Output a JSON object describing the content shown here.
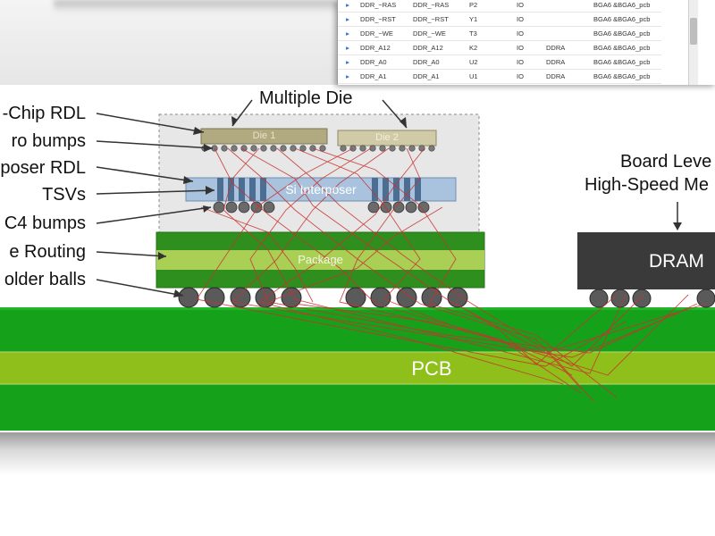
{
  "pin_table": {
    "rows": [
      {
        "name": "DDR_~RAS",
        "net": "DDR_~RAS",
        "pin": "P2",
        "type": "IO",
        "group": "",
        "comp": "BGA6 &BGA6_pcb"
      },
      {
        "name": "DDR_~RST",
        "net": "DDR_~RST",
        "pin": "Y1",
        "type": "IO",
        "group": "",
        "comp": "BGA6 &BGA6_pcb"
      },
      {
        "name": "DDR_~WE",
        "net": "DDR_~WE",
        "pin": "T3",
        "type": "IO",
        "group": "",
        "comp": "BGA6 &BGA6_pcb"
      },
      {
        "name": "DDR_A12",
        "net": "DDR_A12",
        "pin": "K2",
        "type": "IO",
        "group": "DDRA",
        "comp": "BGA6 &BGA6_pcb"
      },
      {
        "name": "DDR_A0",
        "net": "DDR_A0",
        "pin": "U2",
        "type": "IO",
        "group": "DDRA",
        "comp": "BGA6 &BGA6_pcb"
      },
      {
        "name": "DDR_A1",
        "net": "DDR_A1",
        "pin": "U1",
        "type": "IO",
        "group": "DDRA",
        "comp": "BGA6 &BGA6_pcb"
      }
    ]
  },
  "diagram": {
    "labels": {
      "onchip_rdl": "-Chip RDL",
      "micro_bumps": "ro bumps",
      "interposer_rdl": "poser RDL",
      "tsvs": "TSVs",
      "c4_bumps": "C4 bumps",
      "package_routing": "e Routing",
      "solder_balls": "older balls",
      "multiple_die": "Multiple Die",
      "board_level_line1": "Board Leve",
      "board_level_line2": "High-Speed Me"
    },
    "components": {
      "die1": "Die 1",
      "die2": "Die 2",
      "si_interposer": "Si Interposer",
      "package": "Package",
      "dram": "DRAM",
      "pcb": "PCB"
    },
    "colors": {
      "pcb_green": "#16a11a",
      "pcb_light": "#8fbf1a",
      "package_green": "#2f8f1e",
      "package_light": "#a9cf55",
      "interposer": "#a9c3de",
      "tsv": "#4d6e93",
      "die": "#b1a980",
      "dram": "#3a3a3a",
      "trace_red": "#c8322f"
    }
  }
}
